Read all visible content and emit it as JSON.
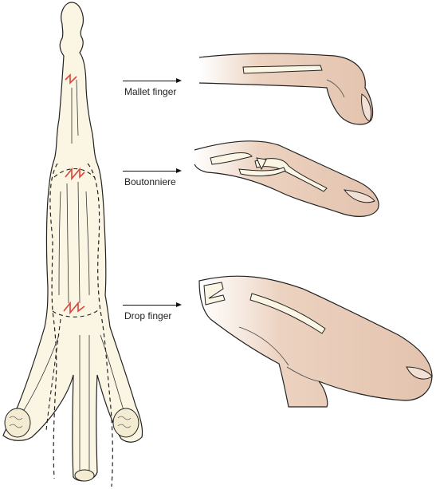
{
  "labels": {
    "mallet": "Mallet finger",
    "boutonniere": "Boutonniere",
    "drop": "Drop finger"
  },
  "colors": {
    "tendon_fill": "#fbf6e4",
    "skin_fill": "#ecd2c0",
    "skin_shade": "#d9b8a2",
    "outline": "#222222",
    "rupture": "#d8453a"
  }
}
